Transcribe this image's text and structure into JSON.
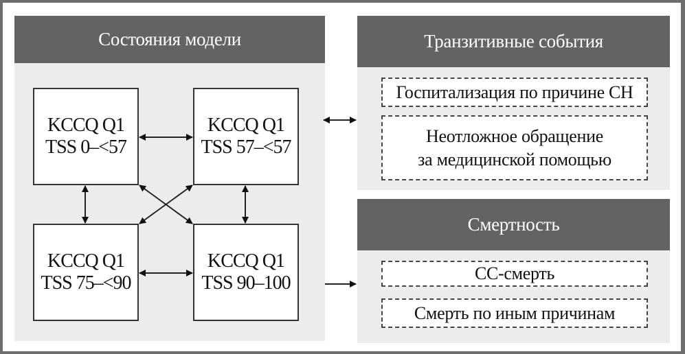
{
  "colors": {
    "outer_border": "#6e6e6e",
    "header_bg": "#636363",
    "panel_bg": "#ececec",
    "box_bg": "#ffffff",
    "line": "#222222"
  },
  "model_states": {
    "title": "Состояния модели",
    "states": [
      {
        "line1": "KCCQ Q1",
        "line2": "TSS 0–<57"
      },
      {
        "line1": "KCCQ Q1",
        "line2": "TSS 57–<57"
      },
      {
        "line1": "KCCQ Q1",
        "line2": "TSS 75–<90"
      },
      {
        "line1": "KCCQ Q1",
        "line2": "TSS 90–100"
      }
    ]
  },
  "transitive_events": {
    "title": "Транзитивные события",
    "items": [
      {
        "line1": "Госпитализация по причине СН",
        "line2": ""
      },
      {
        "line1": "Неотложное обращение",
        "line2": "за медицинской помощью"
      }
    ]
  },
  "mortality": {
    "title": "Смертность",
    "items": [
      {
        "line1": "СС-смерть"
      },
      {
        "line1": "Смерть по иным причинам"
      }
    ]
  },
  "connections": [
    {
      "from": "state-1",
      "to": "state-2",
      "type": "bidirectional"
    },
    {
      "from": "state-1",
      "to": "state-3",
      "type": "bidirectional"
    },
    {
      "from": "state-2",
      "to": "state-4",
      "type": "bidirectional"
    },
    {
      "from": "state-3",
      "to": "state-4",
      "type": "bidirectional"
    },
    {
      "from": "state-1",
      "to": "state-4",
      "type": "bidirectional"
    },
    {
      "from": "state-2",
      "to": "state-3",
      "type": "bidirectional"
    },
    {
      "from": "model-states",
      "to": "transitive-events",
      "type": "bidirectional"
    },
    {
      "from": "model-states",
      "to": "mortality",
      "type": "directed"
    }
  ]
}
